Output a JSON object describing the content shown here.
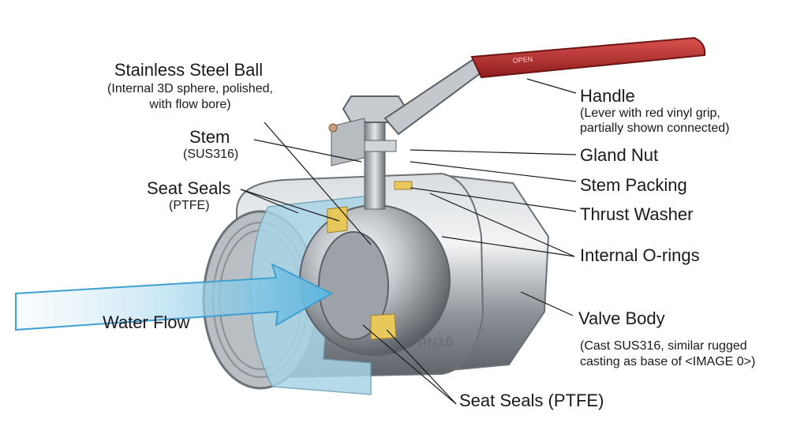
{
  "labels": {
    "ball_title": "Stainless Steel Ball",
    "ball_desc_1": "(Internal 3D sphere, polished,",
    "ball_desc_2": "with flow bore)",
    "stem_title": "Stem",
    "stem_desc": "(SUS316)",
    "seat_title": "Seat Seals",
    "seat_desc": "(PTFE)",
    "water_flow": "Water Flow",
    "handle_title": "Handle",
    "handle_desc_1": "(Lever with red vinyl grip,",
    "handle_desc_2": "partially shown connected)",
    "gland_nut": "Gland Nut",
    "stem_packing": "Stem Packing",
    "thrust_washer": "Thrust Washer",
    "internal_orings": "Internal O-rings",
    "valve_body_title": "Valve Body",
    "valve_body_desc_1": "(Cast SUS316, similar rugged",
    "valve_body_desc_2": "casting as base of <IMAGE 0>)",
    "seat_seals_bottom": "Seat Seals (PTFE)"
  },
  "markings": {
    "body_cast": "PN16",
    "handle_stamp": "OPEN"
  },
  "colors": {
    "steel": "#9aa0a6",
    "handle_red": "#b52a2a",
    "cutaway_blue": "#a9d4e6",
    "seal_gold": "#e8c85a",
    "leader": "#1a1a1a"
  }
}
